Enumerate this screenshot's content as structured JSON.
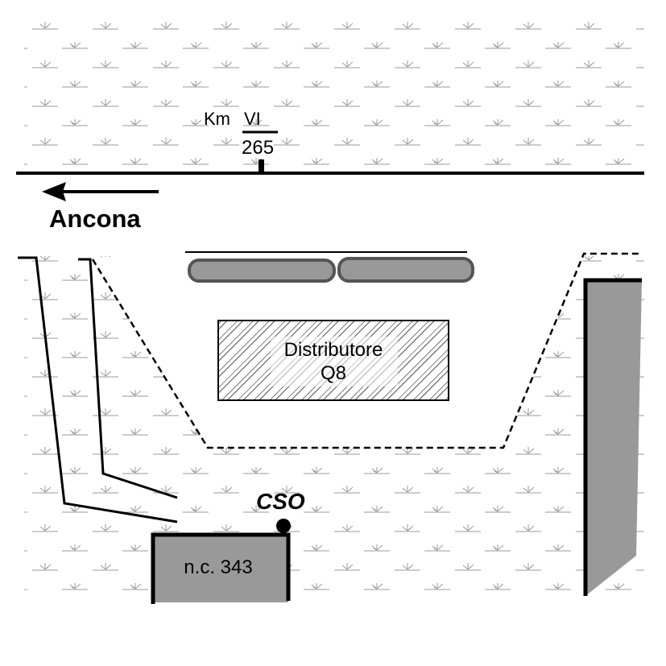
{
  "road": {
    "km_label": "Km",
    "km_roman": "VI",
    "km_number": "265",
    "direction_label": "Ancona"
  },
  "station": {
    "name_line1": "Distributore",
    "name_line2": "Q8"
  },
  "point": {
    "label": "CSO"
  },
  "parcel": {
    "label": "n.c. 343"
  },
  "colors": {
    "marsh": "#9a9a9a",
    "building": "#999999",
    "hedge_fill": "#999999",
    "hedge_edge": "#555555",
    "line": "#000000"
  }
}
